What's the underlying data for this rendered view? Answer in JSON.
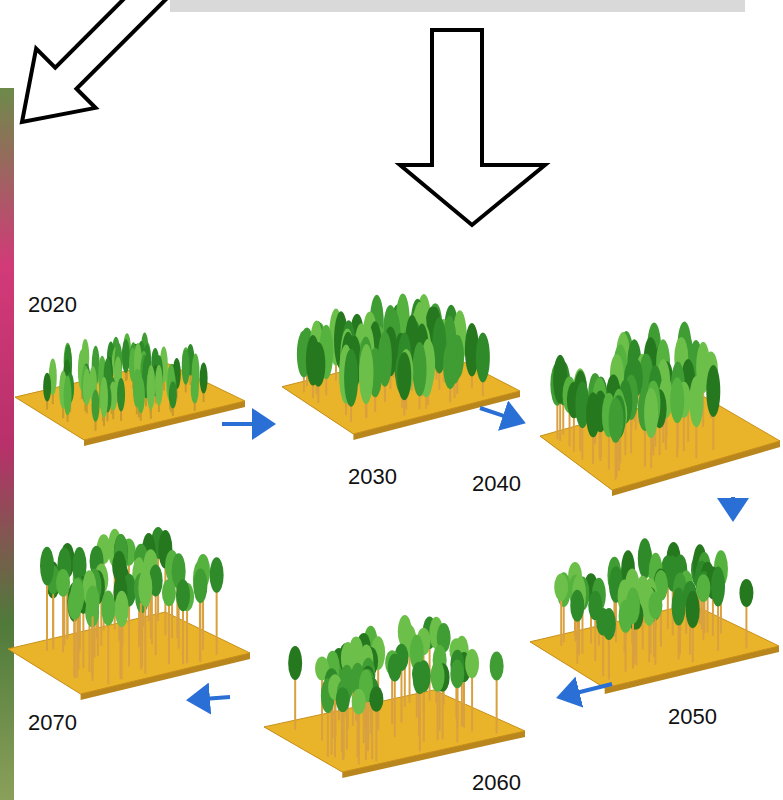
{
  "diagram": {
    "labels": [
      "2020",
      "2030",
      "2040",
      "2050",
      "2060",
      "2070"
    ]
  }
}
